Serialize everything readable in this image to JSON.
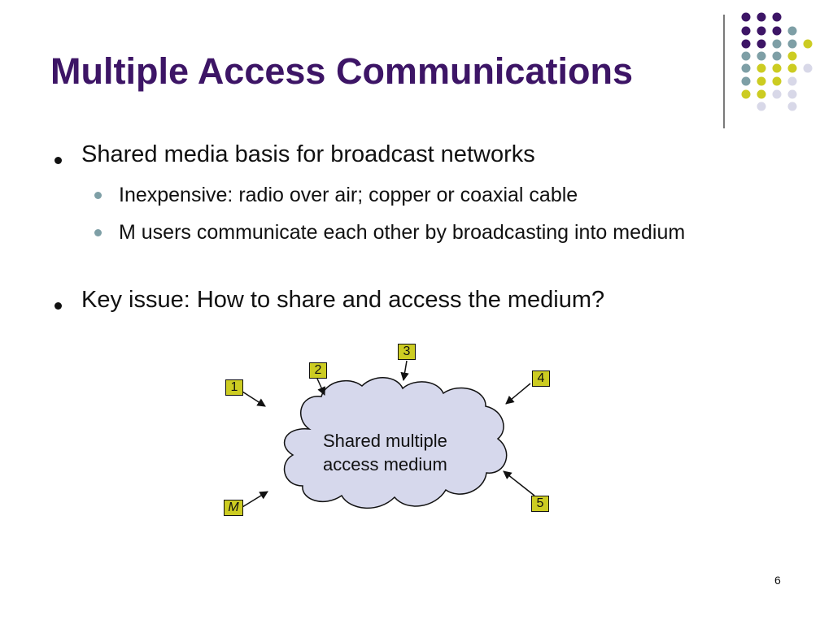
{
  "slide": {
    "title": "Multiple Access Communications",
    "page_number": "6"
  },
  "bullets": [
    {
      "text": "Shared media basis for broadcast networks",
      "sub": [
        "Inexpensive:  radio over air; copper or coaxial cable",
        "M users communicate each other by broadcasting into medium"
      ]
    },
    {
      "text": "Key issue:  How to share and access the medium?",
      "sub": []
    }
  ],
  "diagram": {
    "cloud_label_line1": "Shared multiple",
    "cloud_label_line2": "access medium",
    "nodes": [
      "1",
      "2",
      "3",
      "4",
      "5",
      "M"
    ]
  },
  "colors": {
    "title": "#3d1566",
    "purple": "#3d1566",
    "teal": "#7e9fa6",
    "yellow": "#cccc22",
    "lavender": "#d8d8e8",
    "cloud_fill": "#d6d8ec"
  }
}
